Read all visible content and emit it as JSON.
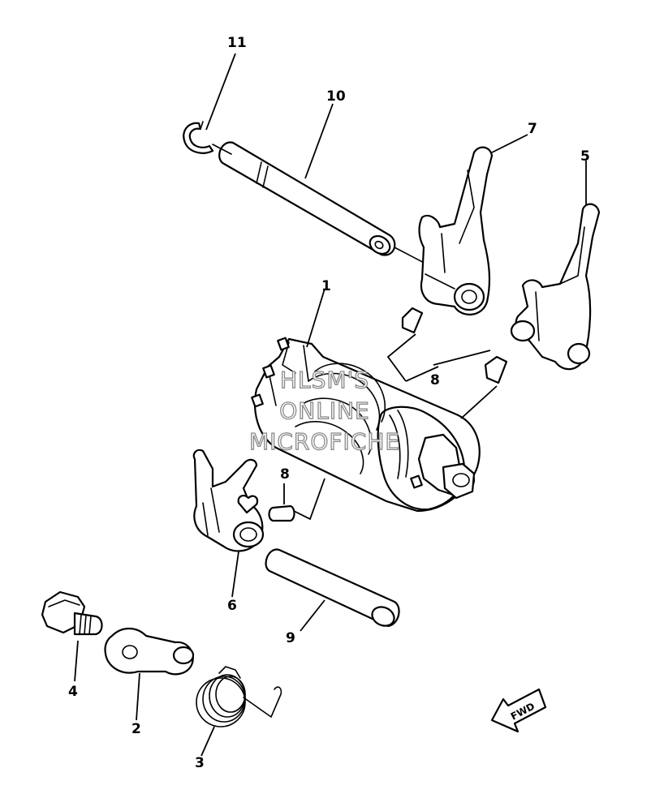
{
  "callouts": {
    "c1": "1",
    "c2": "2",
    "c3": "3",
    "c4": "4",
    "c5": "5",
    "c6": "6",
    "c7": "7",
    "c8a": "8",
    "c8b": "8",
    "c9": "9",
    "c10": "10",
    "c11": "11"
  },
  "watermark": {
    "line1": "HLSM'S",
    "line2": "ONLINE",
    "line3": "MICROFICHE"
  },
  "direction_label": "FWD"
}
